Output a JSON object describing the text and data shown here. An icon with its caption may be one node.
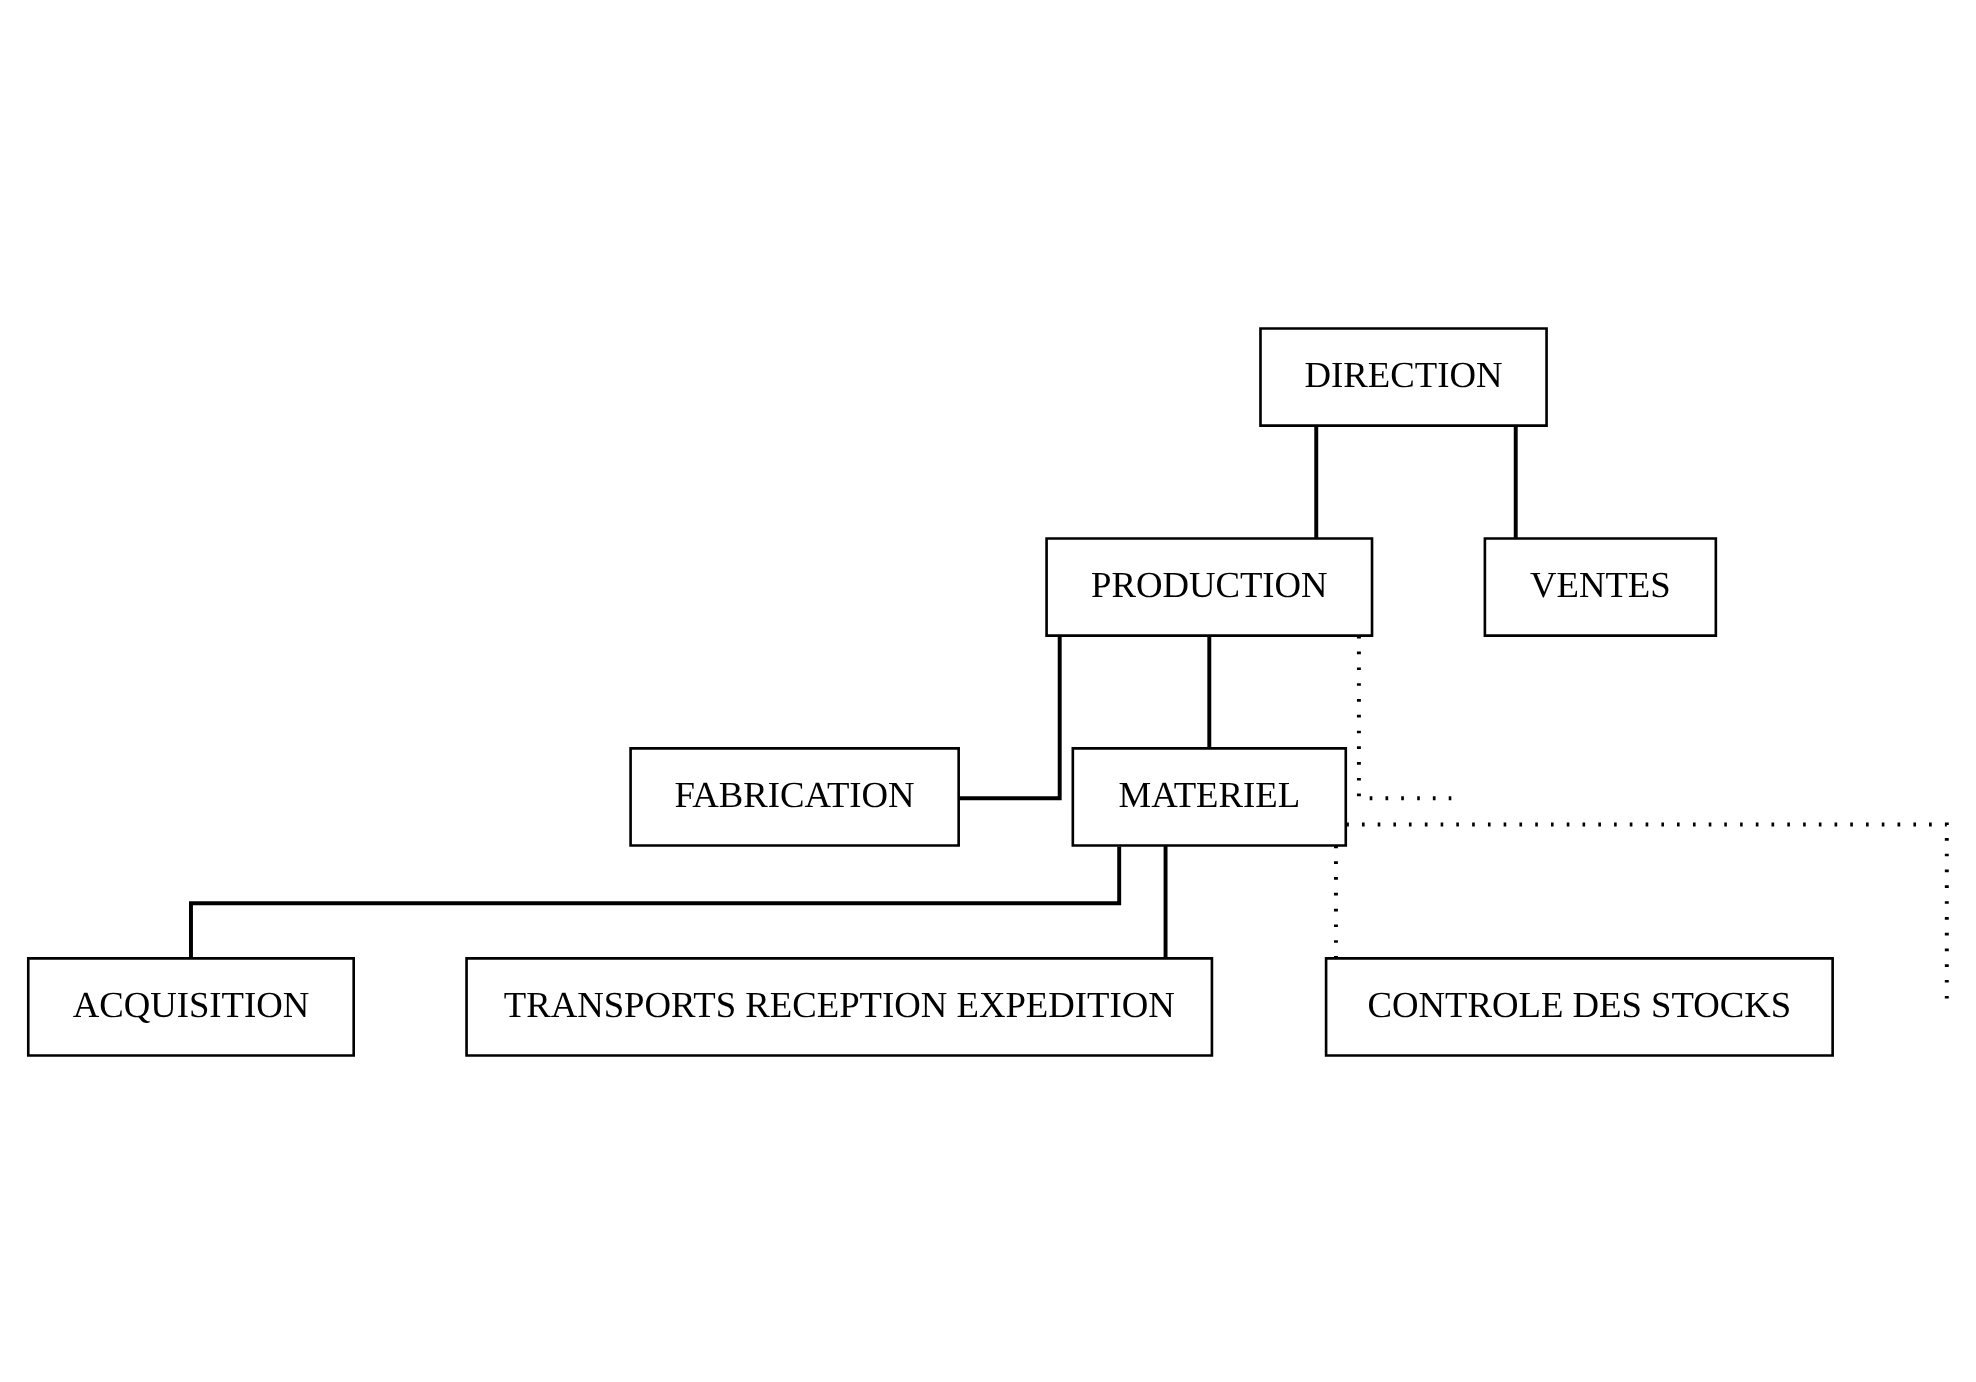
{
  "diagram": {
    "nodes": [
      {
        "text": [
          "DIRECTION"
        ]
      },
      {
        "text": [
          "PRODUCTION"
        ]
      },
      {
        "text": [
          "VENTES"
        ]
      },
      {
        "text": [
          "FABRICATION"
        ]
      },
      {
        "text": [
          "MATERIEL"
        ]
      },
      {
        "text": [
          "ACQUISITION"
        ]
      },
      {
        "text": [
          "TRANSPORTS RECEPTION EXPEDITION"
        ]
      },
      {
        "text": [
          "CONTROLE DES STOCKS"
        ]
      }
    ],
    "edges": [
      {
        "from": 0,
        "to": 1,
        "arrow": "none"
      },
      {
        "from": 0,
        "to": 2,
        "arrow": "none"
      },
      {
        "from": 1,
        "to": 3,
        "arrow": "none"
      },
      {
        "from": 1,
        "to": 4,
        "arrow": "none"
      },
      {
        "from": 1,
        "to": null,
        "arrow": "none",
        "style": "dashed"
      },
      {
        "from": 4,
        "to": 5,
        "arrow": "none"
      },
      {
        "from": 4,
        "to": 6,
        "arrow": "none"
      },
      {
        "from": 4,
        "to": 7,
        "arrow": "none",
        "style": "dashed"
      },
      {
        "from": 4,
        "to": null,
        "arrow": "none",
        "style": "dashed"
      }
    ]
  }
}
